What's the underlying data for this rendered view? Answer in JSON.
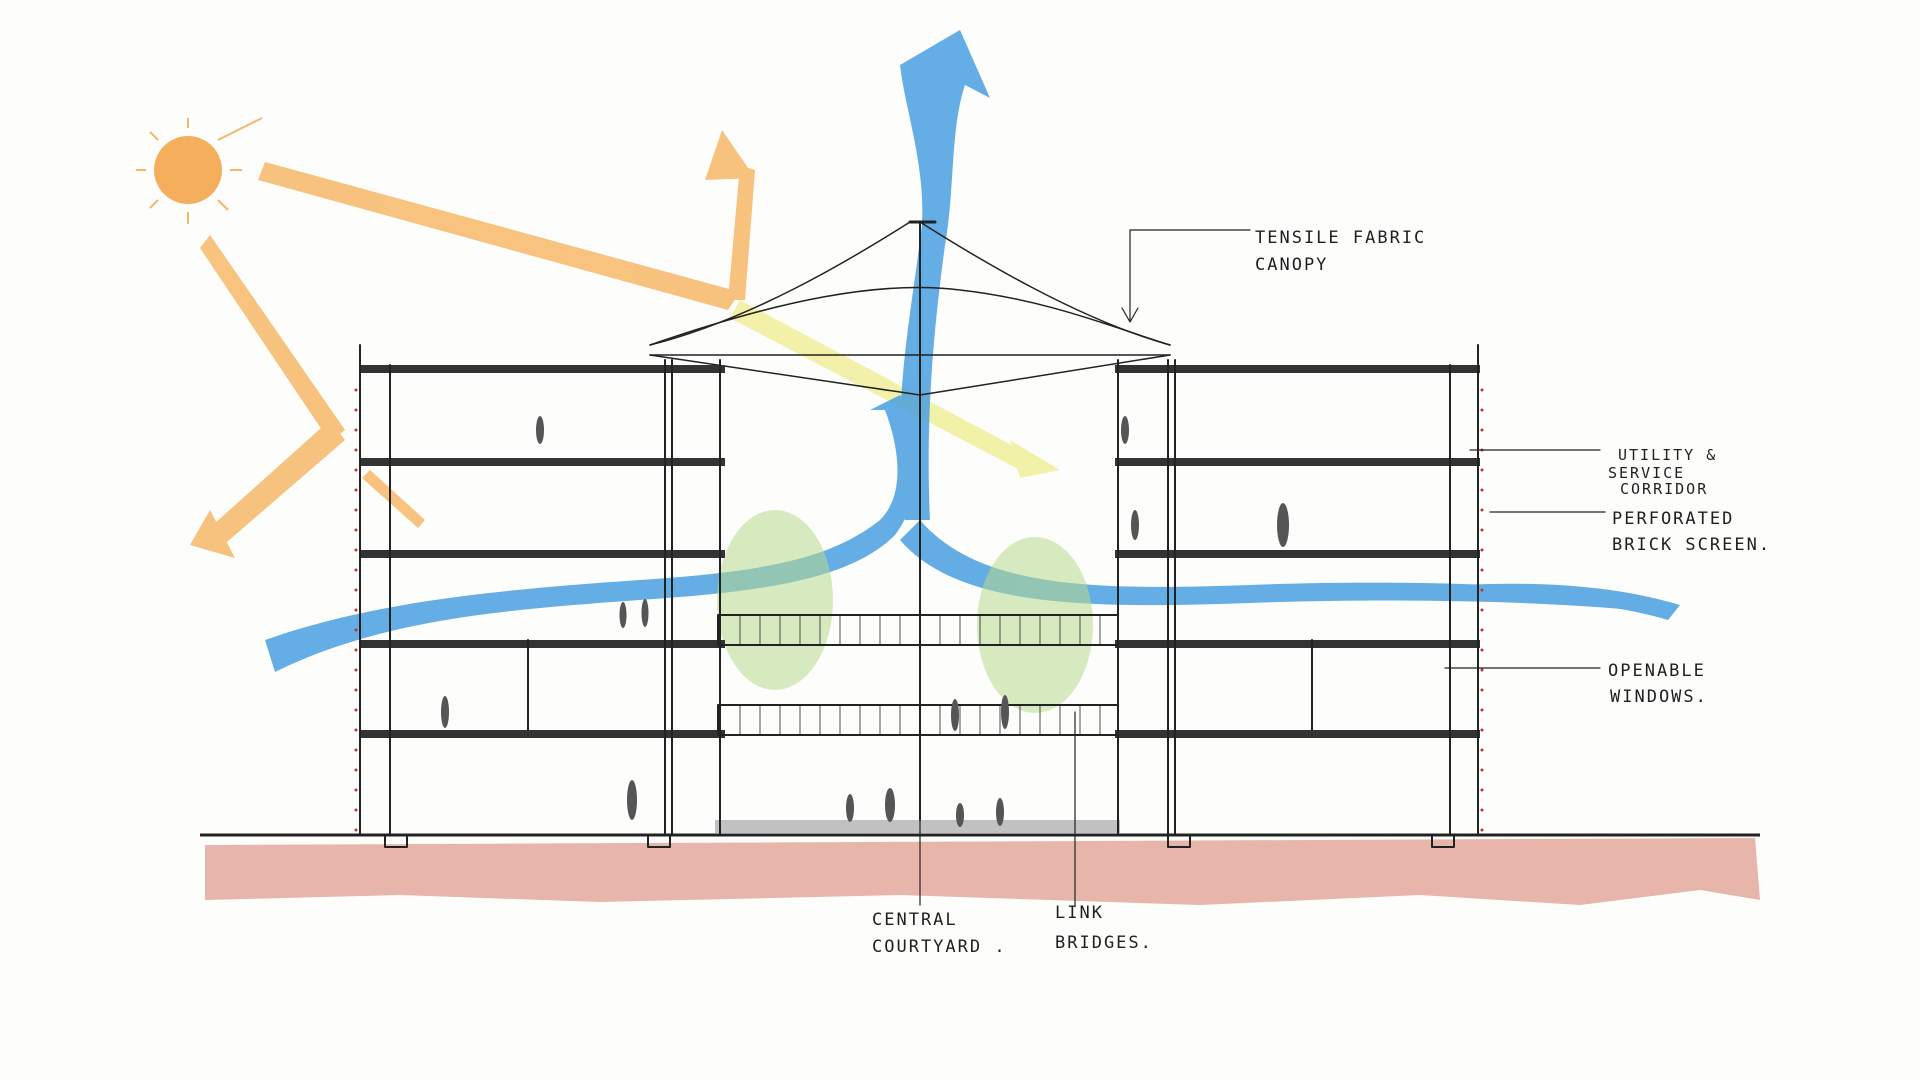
{
  "diagram": {
    "type": "architectural-section-sketch",
    "labels": {
      "tensile_canopy": [
        "TENSILE FABRIC",
        "CANOPY"
      ],
      "utility_corridor": [
        "UTILITY &",
        "SERVICE",
        "CORRIDOR"
      ],
      "perforated_screen": [
        "PERFORATED",
        "BRICK SCREEN."
      ],
      "openable_windows": [
        "OPENABLE",
        "WINDOWS."
      ],
      "central_courtyard": [
        "CENTRAL",
        "COURTYARD ."
      ],
      "link_bridges": [
        "LINK",
        "BRIDGES."
      ]
    },
    "colors": {
      "sun": "#f4a64a",
      "sun_arrow": "#f6b867",
      "reflected_light": "#f1ef9a",
      "airflow": "#4a9fe0",
      "trees": "#b8d98a",
      "ground": "#e3a89a",
      "ink": "#222222"
    },
    "icons": [
      "sun-icon",
      "airflow-arrow",
      "sunlight-arrow",
      "tree",
      "person-figure"
    ]
  }
}
